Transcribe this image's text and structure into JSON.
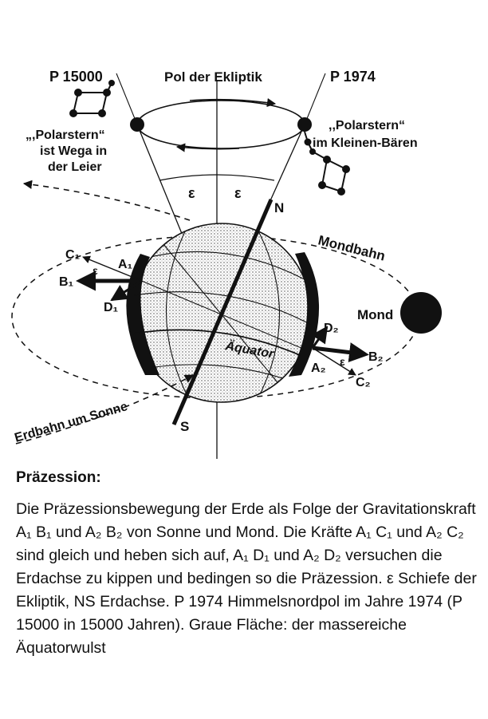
{
  "labels": {
    "p15000": "P 15000",
    "pol": "Pol der Ekliptik",
    "p1974": "P 1974",
    "polarstern_left_1": "„,Polarstern“",
    "polarstern_left_2": "ist Wega in",
    "polarstern_left_3": "der Leier",
    "polarstern_right_1": ",,Polarstern“",
    "polarstern_right_2": "im Kleinen-Bären",
    "epsilon": "ε",
    "n": "N",
    "s": "S",
    "mondbahn": "Mondbahn",
    "mond": "Mond",
    "aequator": "Äquator",
    "erdbahn": "Erdbahn um Sonne",
    "c1": "C₁",
    "a1": "A₁",
    "b1": "B₁",
    "d1": "D₁",
    "d2": "D₂",
    "b2": "B₂",
    "a2": "A₂",
    "c2": "C₂"
  },
  "caption": {
    "title": "Präzession:",
    "text": "Die Präzessionsbewegung der Erde als Folge der Gravitationskraft A₁ B₁ und A₂ B₂ von Sonne und Mond. Die Kräfte A₁ C₁ und A₂ C₂ sind gleich und heben sich auf, A₁ D₁ und A₂ D₂ versuchen die Erdachse zu kippen und bedingen so die Präzession. ε Schiefe der Ekliptik, NS Erdachse. P 1974 Himmelsnordpol im Jahre 1974 (P 15000 in 15000 Jahren). Graue Fläche: der massereiche Äquatorwulst"
  }
}
